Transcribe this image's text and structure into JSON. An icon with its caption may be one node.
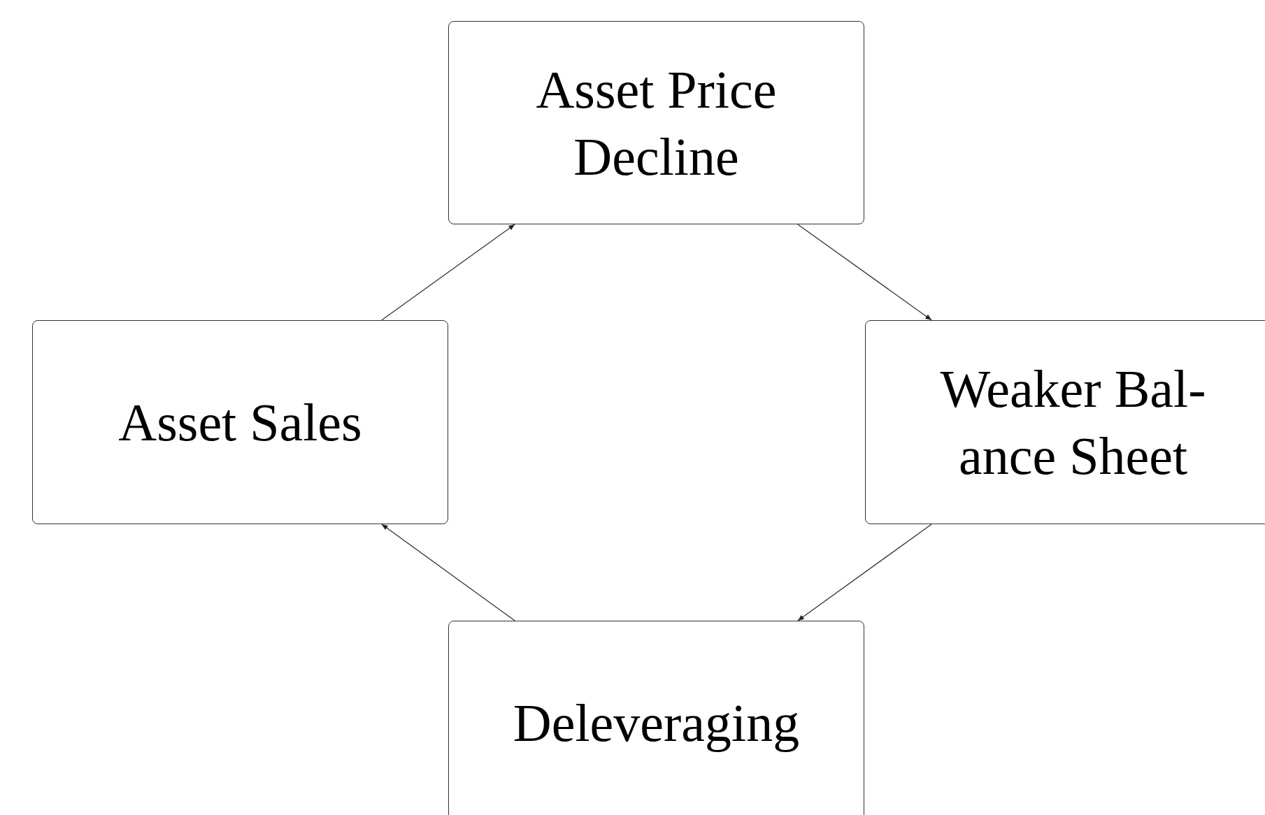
{
  "diagram": {
    "nodes": [
      {
        "text": [
          "Asset Price Decline"
        ]
      },
      {
        "text": [
          "Weaker Bal- ance Sheet"
        ]
      },
      {
        "text": [
          "Deleveraging"
        ]
      },
      {
        "text": [
          "Asset Sales"
        ]
      }
    ],
    "edges": [
      {
        "from": 0,
        "to": 1,
        "arrow": "to"
      },
      {
        "from": 1,
        "to": 2,
        "arrow": "to"
      },
      {
        "from": 2,
        "to": 3,
        "arrow": "to"
      },
      {
        "from": 3,
        "to": 0,
        "arrow": "to"
      }
    ]
  }
}
